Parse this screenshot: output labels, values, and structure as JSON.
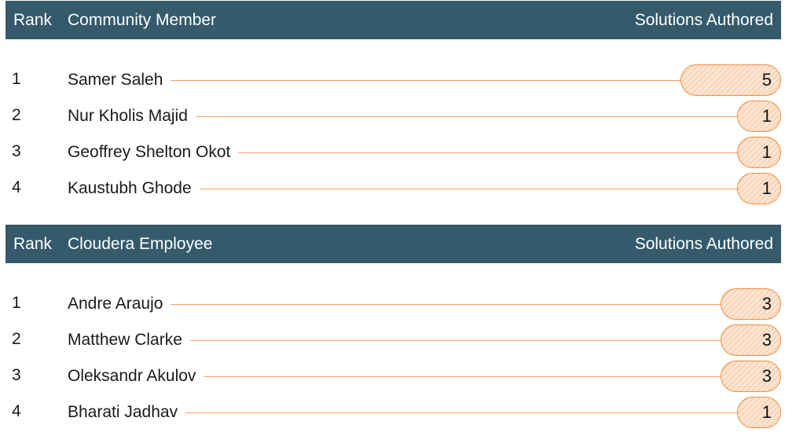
{
  "community": {
    "header": {
      "rank": "Rank",
      "name": "Community Member",
      "score": "Solutions Authored"
    },
    "rows": [
      {
        "rank": "1",
        "name": "Samer Saleh",
        "score": "5",
        "share": 1.0
      },
      {
        "rank": "2",
        "name": "Nur Kholis Majid",
        "score": "1",
        "share": 0.2
      },
      {
        "rank": "3",
        "name": "Geoffrey Shelton Okot",
        "score": "1",
        "share": 0.2
      },
      {
        "rank": "4",
        "name": "Kaustubh Ghode",
        "score": "1",
        "share": 0.2
      }
    ]
  },
  "employee": {
    "header": {
      "rank": "Rank",
      "name": "Cloudera Employee",
      "score": "Solutions Authored"
    },
    "rows": [
      {
        "rank": "1",
        "name": "Andre Araujo",
        "score": "3",
        "share": 0.6
      },
      {
        "rank": "2",
        "name": "Matthew Clarke",
        "score": "3",
        "share": 0.6
      },
      {
        "rank": "3",
        "name": "Oleksandr Akulov",
        "score": "3",
        "share": 0.6
      },
      {
        "rank": "4",
        "name": "Bharati Jadhav",
        "score": "1",
        "share": 0.2
      }
    ]
  },
  "colors": {
    "header_bg": "#345a6c",
    "accent": "#f08a3c"
  }
}
